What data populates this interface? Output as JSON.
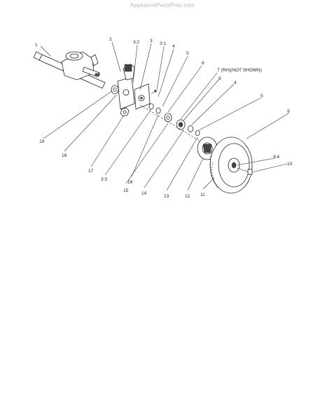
{
  "watermark": "AppliancePartsPros.com",
  "callouts": {
    "c1": "1",
    "c2": "2",
    "c3": "3",
    "c3_2": "3:2",
    "c3_1": "3:1",
    "c4a": "4",
    "c5a": "5",
    "c6": "6",
    "c7": "7 (RH)(NOT SHOWN)",
    "c8": "8",
    "c4b": "4",
    "c5b": "5",
    "c9": "9",
    "c9_4": "9:4",
    "c10": "10",
    "c11": "11",
    "c12": "12",
    "c13": "13",
    "c14": "14",
    "c15": "15",
    "c16": "16",
    "c3_3": "3:3",
    "c17": "17",
    "c18": "18",
    "c19": "19"
  }
}
